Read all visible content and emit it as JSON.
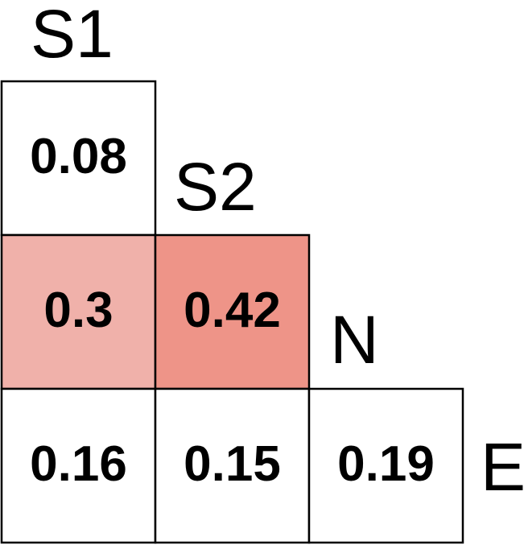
{
  "chart_data": {
    "type": "heatmap",
    "title": "",
    "variables": [
      "S1",
      "S2",
      "N",
      "E"
    ],
    "cells": [
      {
        "row": "S1",
        "col": "S1",
        "value": 0.08,
        "label": "0.08",
        "color": "#ffffff"
      },
      {
        "row": "S2",
        "col": "S1",
        "value": 0.3,
        "label": "0.3",
        "color": "#f0b1aa"
      },
      {
        "row": "S2",
        "col": "S2",
        "value": 0.42,
        "label": "0.42",
        "color": "#ee9488"
      },
      {
        "row": "E",
        "col": "S1",
        "value": 0.16,
        "label": "0.16",
        "color": "#ffffff"
      },
      {
        "row": "E",
        "col": "S2",
        "value": 0.15,
        "label": "0.15",
        "color": "#ffffff"
      },
      {
        "row": "E",
        "col": "N",
        "value": 0.19,
        "label": "0.19",
        "color": "#ffffff"
      }
    ]
  }
}
